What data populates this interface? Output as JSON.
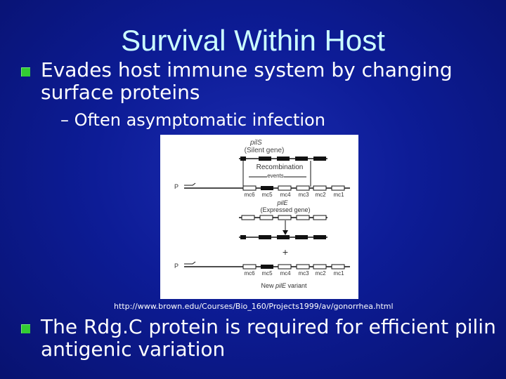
{
  "slide": {
    "title": "Survival Within Host",
    "bullet1": "Evades host immune system by changing surface proteins",
    "sub_bullet": "– Often asymptomatic infection",
    "bullet2": "The Rdg.C protein is required for efficient pilin antigenic variation",
    "caption": "http://www.brown.edu/Courses/Bio_160/Projects1999/av/gonorrhea.html",
    "bullet_color": "#33cc33",
    "title_color": "#ccffff"
  },
  "figure": {
    "pilS_label": "pilS",
    "silent_gene": "(Silent gene)",
    "recombination": "Recombination",
    "events": "events",
    "promoter": "P",
    "mc_labels": [
      "mc6",
      "mc5",
      "mc4",
      "mc3",
      "mc2",
      "mc1"
    ],
    "pilE_label": "pilE",
    "expressed_gene": "(Expressed gene)",
    "plus": "+",
    "new_variant_prefix": "New ",
    "new_variant_italic": "pilE",
    "new_variant_suffix": " variant"
  }
}
